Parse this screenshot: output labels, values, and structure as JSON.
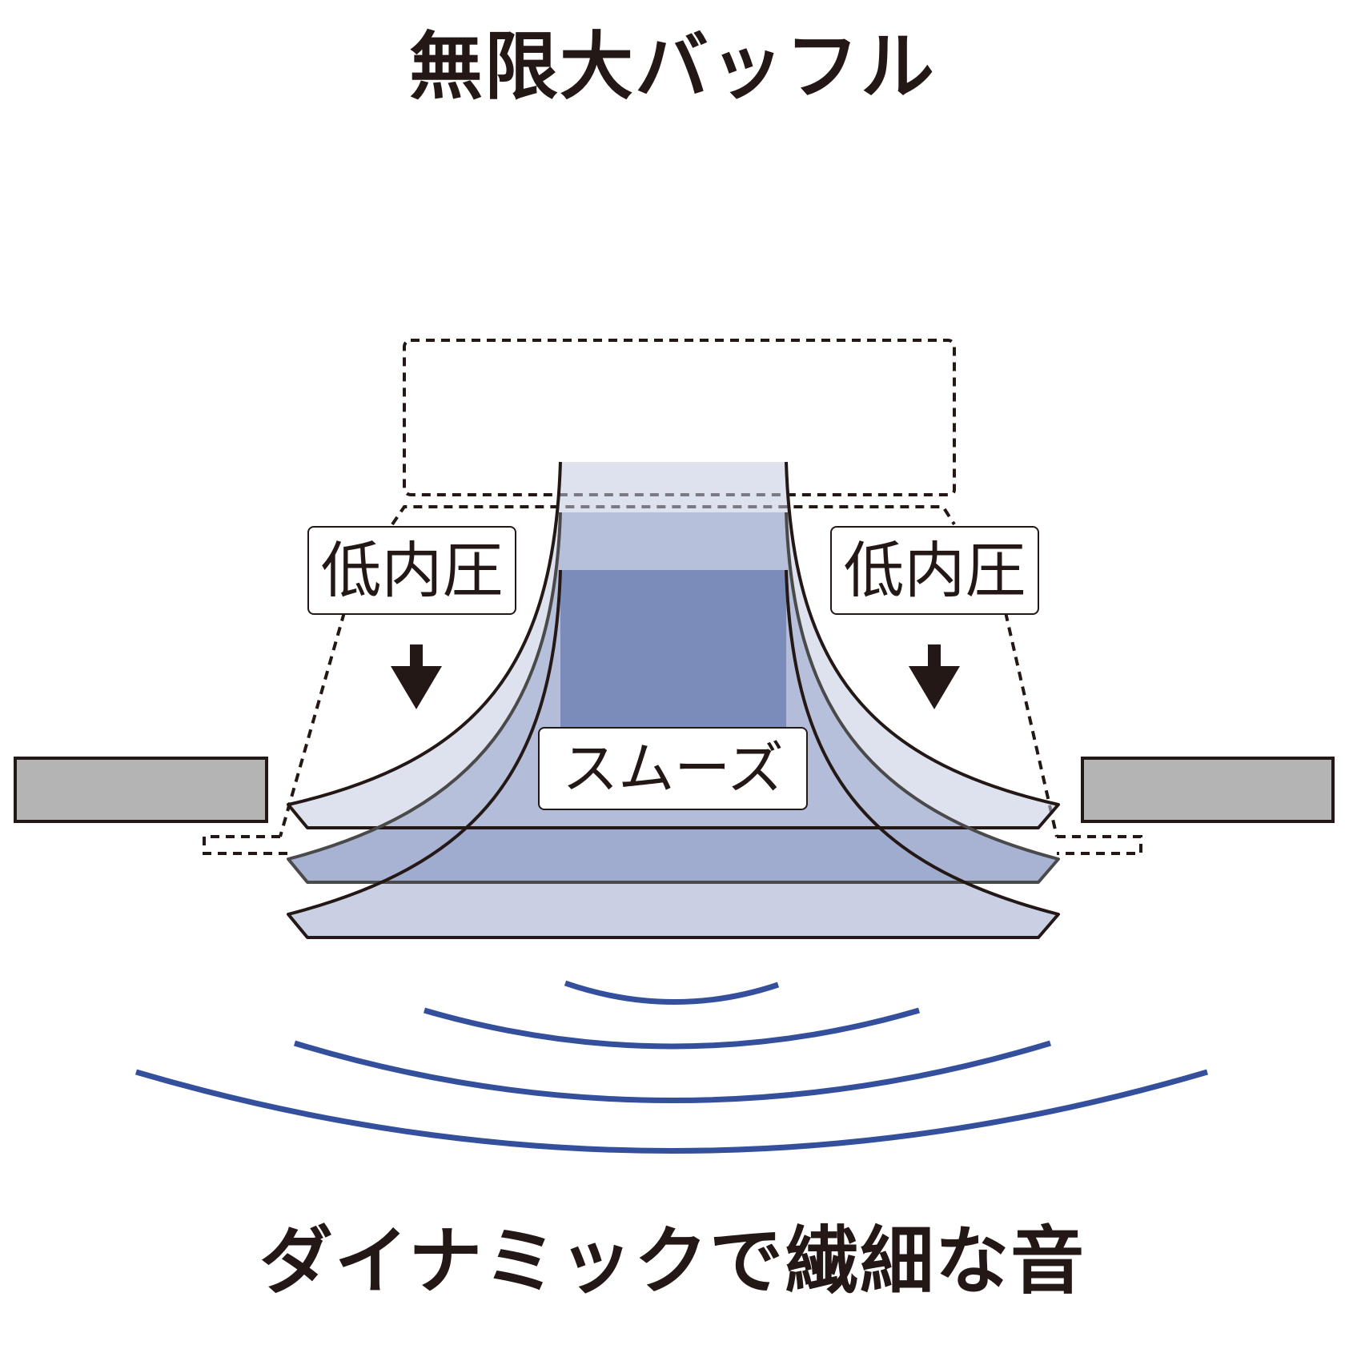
{
  "title": "無限大バッフル",
  "caption": "ダイナミックで繊細な音",
  "labels": {
    "low_pressure_left": "低内圧",
    "low_pressure_right": "低内圧",
    "smooth": "スムーズ"
  },
  "colors": {
    "text": "#231815",
    "cone_light": "#c3cbe0",
    "cone_mid": "#99a6cb",
    "cone_dark": "#7b8cbb",
    "baffle_fill": "#b4b4b4",
    "sound_wave": "#344f9c"
  },
  "icons": {
    "down_arrow": "down-arrow-icon"
  }
}
